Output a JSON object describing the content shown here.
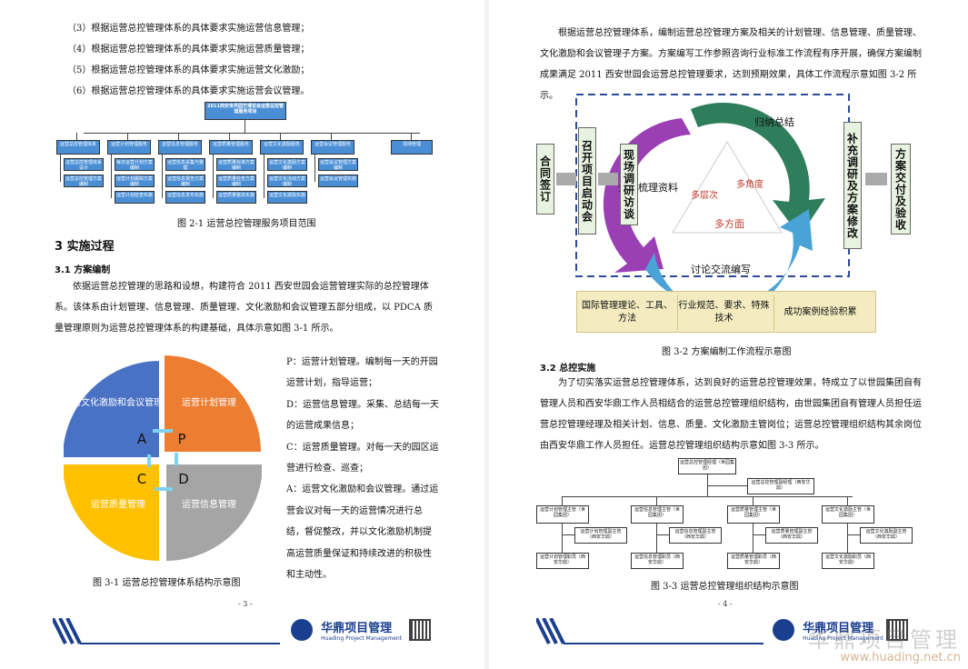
{
  "left_page": {
    "list_items": [
      "（3）根据运营总控管理体系的具体要求实施运营信息管理；",
      "（4）根据运营总控管理体系的具体要求实施运营质量管理；",
      "（5）根据运营总控管理体系的具体要求实施运营文化激励；",
      "（6）根据运营总控管理体系的具体要求实施运营会议管理。"
    ],
    "fig21": {
      "top_box": "2011西安世界园艺博览会运营总控管理服务项目",
      "branches": [
        "运营总控管理体系",
        "运营计划管理服务",
        "运营信息管理服务",
        "运营质量管理服务",
        "运营文化激励服务",
        "运营会议管理服务",
        "现场管理"
      ],
      "subs": [
        [
          "运营总控管理体系设计",
          "运营总控管理方案编制"
        ],
        [
          "每日运营计划方案编制",
          "运营计划跟踪方案编制",
          "运营计划检查实施"
        ],
        [
          "运营信息采集与整理",
          "运营信息报告方案编制",
          "运营信息发布实施"
        ],
        [
          "运营质量标准方案编制",
          "运营质量检查方案编制",
          "运营质量整改实施"
        ],
        [
          "运营文化激励方案编制",
          "运营文化活动方案编制",
          "运营文化激励实施"
        ],
        [
          "运营会议管理方案编制",
          "运营会议管理实施"
        ]
      ],
      "caption": "图 2-1  运营总控管理服务项目范围"
    },
    "heading3": "3  实施过程",
    "heading31": "3.1  方案编制",
    "para": "依据运营总控管理的思路和设想，构建符合 2011 西安世园会运营管理实际的总控管理体系。该体系由计划管理、信息管理、质量管理、文化激励和会议管理五部分组成，以 PDCA 质量管理原则为运营总控管理体系的构建基础，具体示意如图 3-1 所示。",
    "fig31": {
      "quadrants": [
        "运营文化激励和会议管理",
        "运营计划管理",
        "运营质量管理",
        "运营信息管理"
      ],
      "letters": [
        "A",
        "P",
        "C",
        "D"
      ],
      "caption": "图 3-1  运营总控管理体系结构示意图"
    },
    "side_text": [
      "P：运营计划管理。编制每一天的开园",
      "运营计划，指导运营；",
      "D：运营信息管理。采集、总结每一天",
      "的运营成果信息；",
      "C：运营质量管理。对每一天的园区运",
      "营进行检查、巡查；",
      "A：运营文化激励和会议管理。通过运",
      "营会议对每一天的运营情况进行总",
      "结，督促整改，并以文化激励机制提",
      "高运营质量保证和持续改进的积极性",
      "和主动性。"
    ],
    "page_no": "- 3 -"
  },
  "right_page": {
    "para1": "根据运营总控管理体系，编制运营总控管理方案及相关的计划管理、信息管理、质量管理、文化激励和会议管理子方案。方案编写工作参照咨询行业标准工作流程有序开展，确保方案编制成果满足 2011 西安世园会运营总控管理要求，达到预期效果，具体工作流程示意如图 3-2 所示。",
    "fig32": {
      "left_boxes": [
        "合同签订",
        "召开项目启动会",
        "现场调研访谈"
      ],
      "right_boxes": [
        "补充调研及方案修改",
        "方案交付及验收"
      ],
      "arcs": [
        "归纳总结",
        "分析梳理资料",
        "讨论交流编写"
      ],
      "triangle": [
        "多层次",
        "多角度",
        "多方面"
      ],
      "bottom": [
        "国际管理理论、工具、方法",
        "行业规范、要求、特殊技术",
        "成功案例经验积累"
      ],
      "caption": "图 3-2  方案编制工作流程示意图"
    },
    "heading32": "3.2  总控实施",
    "para2": "为了切实落实运营总控管理体系，达到良好的运营总控管理效果，特成立了以世园集团自有管理人员和西安华鼎工作人员相结合的运营总控管理组织结构，由世园集团自有管理人员担任运营总控管理经理及相关计划、信息、质量、文化激励主管岗位；运营总控管理组织结构其余岗位由西安华鼎工作人员担任。运营总控管理组织结构示意如图 3-3 所示。",
    "fig33": {
      "top": "运营总控管理经理（世园集团）",
      "deputy": "运营总控管理副经理（西安华鼎）",
      "mgrs": [
        "运营计划管理主管（世园集团）",
        "运营信息管理主管（世园集团）",
        "运营质量管理主管（世园集团）",
        "运营文化激励主管（世园集团）"
      ],
      "vice": [
        "运营计划管理副主管（西安华鼎）",
        "运营信息管理副主管（西安华鼎）",
        "运营质量管理副主管（西安华鼎）",
        "运营文化激励副主管（西安华鼎）"
      ],
      "staff": [
        "运营计划管理职员（西安华鼎）",
        "运营信息管理职员（西安华鼎）",
        "运营质量管理职员（西安华鼎）",
        "运营文化激励职员（西安华鼎）"
      ],
      "caption": "图 3-3  运营总控管理组织结构示意图"
    },
    "page_no": "- 4 -"
  },
  "footer": {
    "brand_cn": "华鼎项目管理",
    "brand_en": "Huading Project Management"
  },
  "watermark": {
    "title": "华鼎项目管理",
    "url": "www.huading.net.cn"
  },
  "colors": {
    "blue": "#4a8fd6",
    "orange": "#ed7d31",
    "yellow": "#ffc000",
    "gray": "#a5a5a5",
    "green": "#2e7d5b",
    "purple": "#9b3fb5"
  }
}
